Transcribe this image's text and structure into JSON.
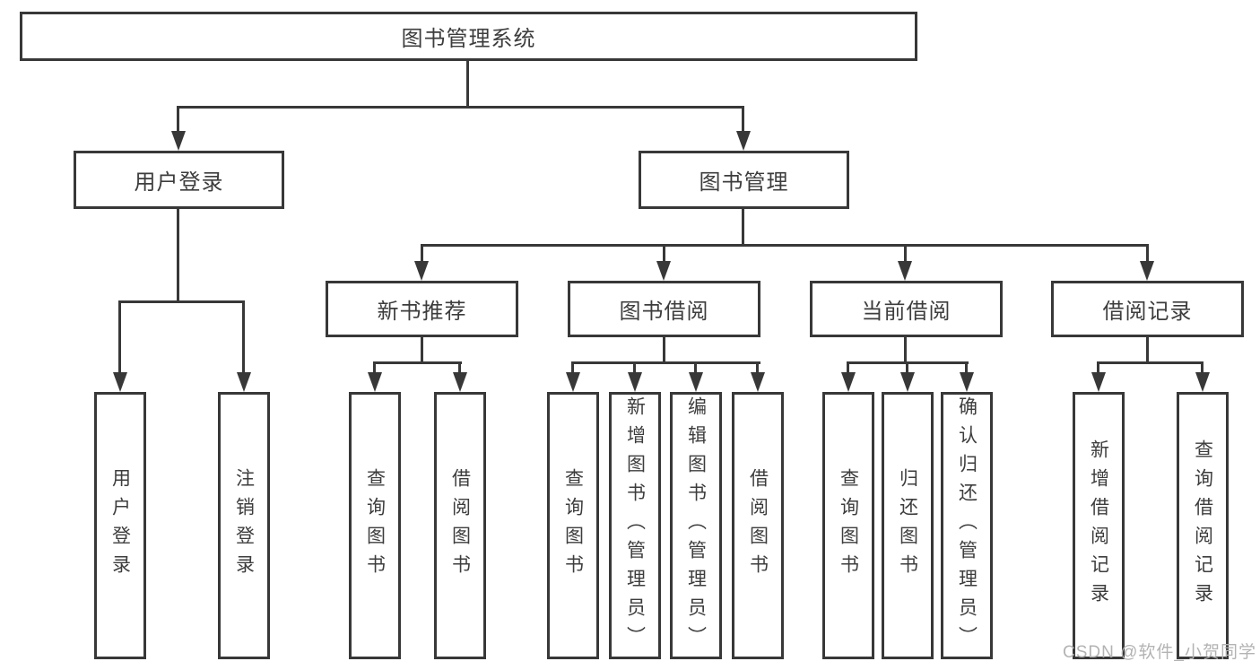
{
  "tree": {
    "label": "图书管理系统",
    "children": [
      {
        "label": "用户登录",
        "children": [
          {
            "label": "用户登录"
          },
          {
            "label": "注销登录"
          }
        ]
      },
      {
        "label": "图书管理",
        "children": [
          {
            "label": "新书推荐",
            "children": [
              {
                "label": "查询图书"
              },
              {
                "label": "借阅图书"
              }
            ]
          },
          {
            "label": "图书借阅",
            "children": [
              {
                "label": "查询图书"
              },
              {
                "label": "新增图书（管理员）"
              },
              {
                "label": "编辑图书（管理员）"
              },
              {
                "label": "借阅图书"
              }
            ]
          },
          {
            "label": "当前借阅",
            "children": [
              {
                "label": "查询图书"
              },
              {
                "label": "归还图书"
              },
              {
                "label": "确认归还（管理员）"
              }
            ]
          },
          {
            "label": "借阅记录",
            "children": [
              {
                "label": "新增借阅记录"
              },
              {
                "label": "查询借阅记录"
              }
            ]
          }
        ]
      }
    ]
  },
  "watermark": "CSDN @软件_小贺同学",
  "colors": {
    "line": "#383838",
    "text": "#3d3d3d",
    "background": "#ffffff",
    "watermark": "#b3b3b3"
  }
}
